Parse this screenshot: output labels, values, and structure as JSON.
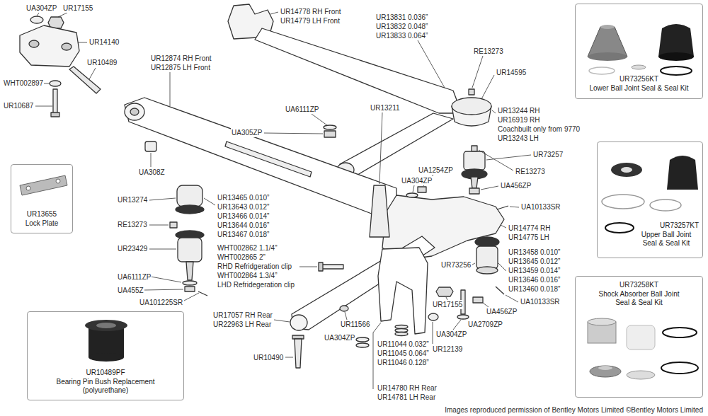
{
  "diagram": {
    "nodes": [
      {
        "text": [
          "UR73256KT",
          "Lower Ball Joint Seal & Seal Kit"
        ]
      },
      {
        "text": [
          "UR73257KT",
          "Upper Ball Joint Seal & Seal Kit"
        ]
      },
      {
        "text": [
          "UR13655",
          "Lock Plate"
        ]
      },
      {
        "text": [
          "UR73258KT",
          "Shock Absorber Ball Joint Seal & Seal Kit"
        ]
      },
      {
        "text": [
          "UR10489PF",
          "Bearing Pin Bush Replacement (polyurethane)"
        ]
      }
    ],
    "labels": [
      "UA304ZP",
      "UR17155",
      "UR14778 RH Front",
      "UR14779 LH Front",
      "UR13831 0.036”",
      "UR13832 0.048”",
      "UR13833 0.064”",
      "UR14140",
      "RE13273",
      "UR12874 RH Front",
      "UR12875 LH Front",
      "UR10489",
      "UR14595",
      "WHT002897",
      "UR10687",
      "UA6111ZP",
      "UR13211",
      "UR13244 RH",
      "UR16919 RH",
      "Coachbuilt only from 9770",
      "UR13243 LH",
      "UA305ZP",
      "UR73257",
      "UA308Z",
      "UA1254ZP",
      "RE13273",
      "UA304ZP",
      "UA456ZP",
      "UR13274",
      "UR13465 0.010”",
      "UR13643 0.012”",
      "UR13466 0.014”",
      "UR13644 0.016”",
      "UR13467 0.018”",
      "UA10133SR",
      "RE13273",
      "UR14774 RH",
      "UR14775 LH",
      "UR23429",
      "WHT002862 1.1/4”",
      "WHT002865 2”",
      "RHD Refridgeration clip",
      "WHT002864 1.3/4”",
      "LHD Refridegeration clip",
      "UR13458 0.010”",
      "UR13645 0.012”",
      "UR13459 0.014”",
      "UR13646 0.016”",
      "UR13460 0.018”",
      "UR73256",
      "UA6111ZP",
      "UA455Z",
      "UA101225SR",
      "UR11566",
      "UR17155",
      "UA10133SR",
      "UA456ZP",
      "UR17057 RH Rear",
      "UR22963 LH Rear",
      "UA2709ZP",
      "UA304ZP",
      "UA304ZP",
      "UR11044 0.032”",
      "UR11045 0.064”",
      "UR11046 0.128”",
      "UR12139",
      "UR10490",
      "UR14780 RH Rear",
      "UR14781 LH Rear",
      "Images reproduced permission of Bentley Motors Limited ©Bentley Motors Limited"
    ]
  }
}
